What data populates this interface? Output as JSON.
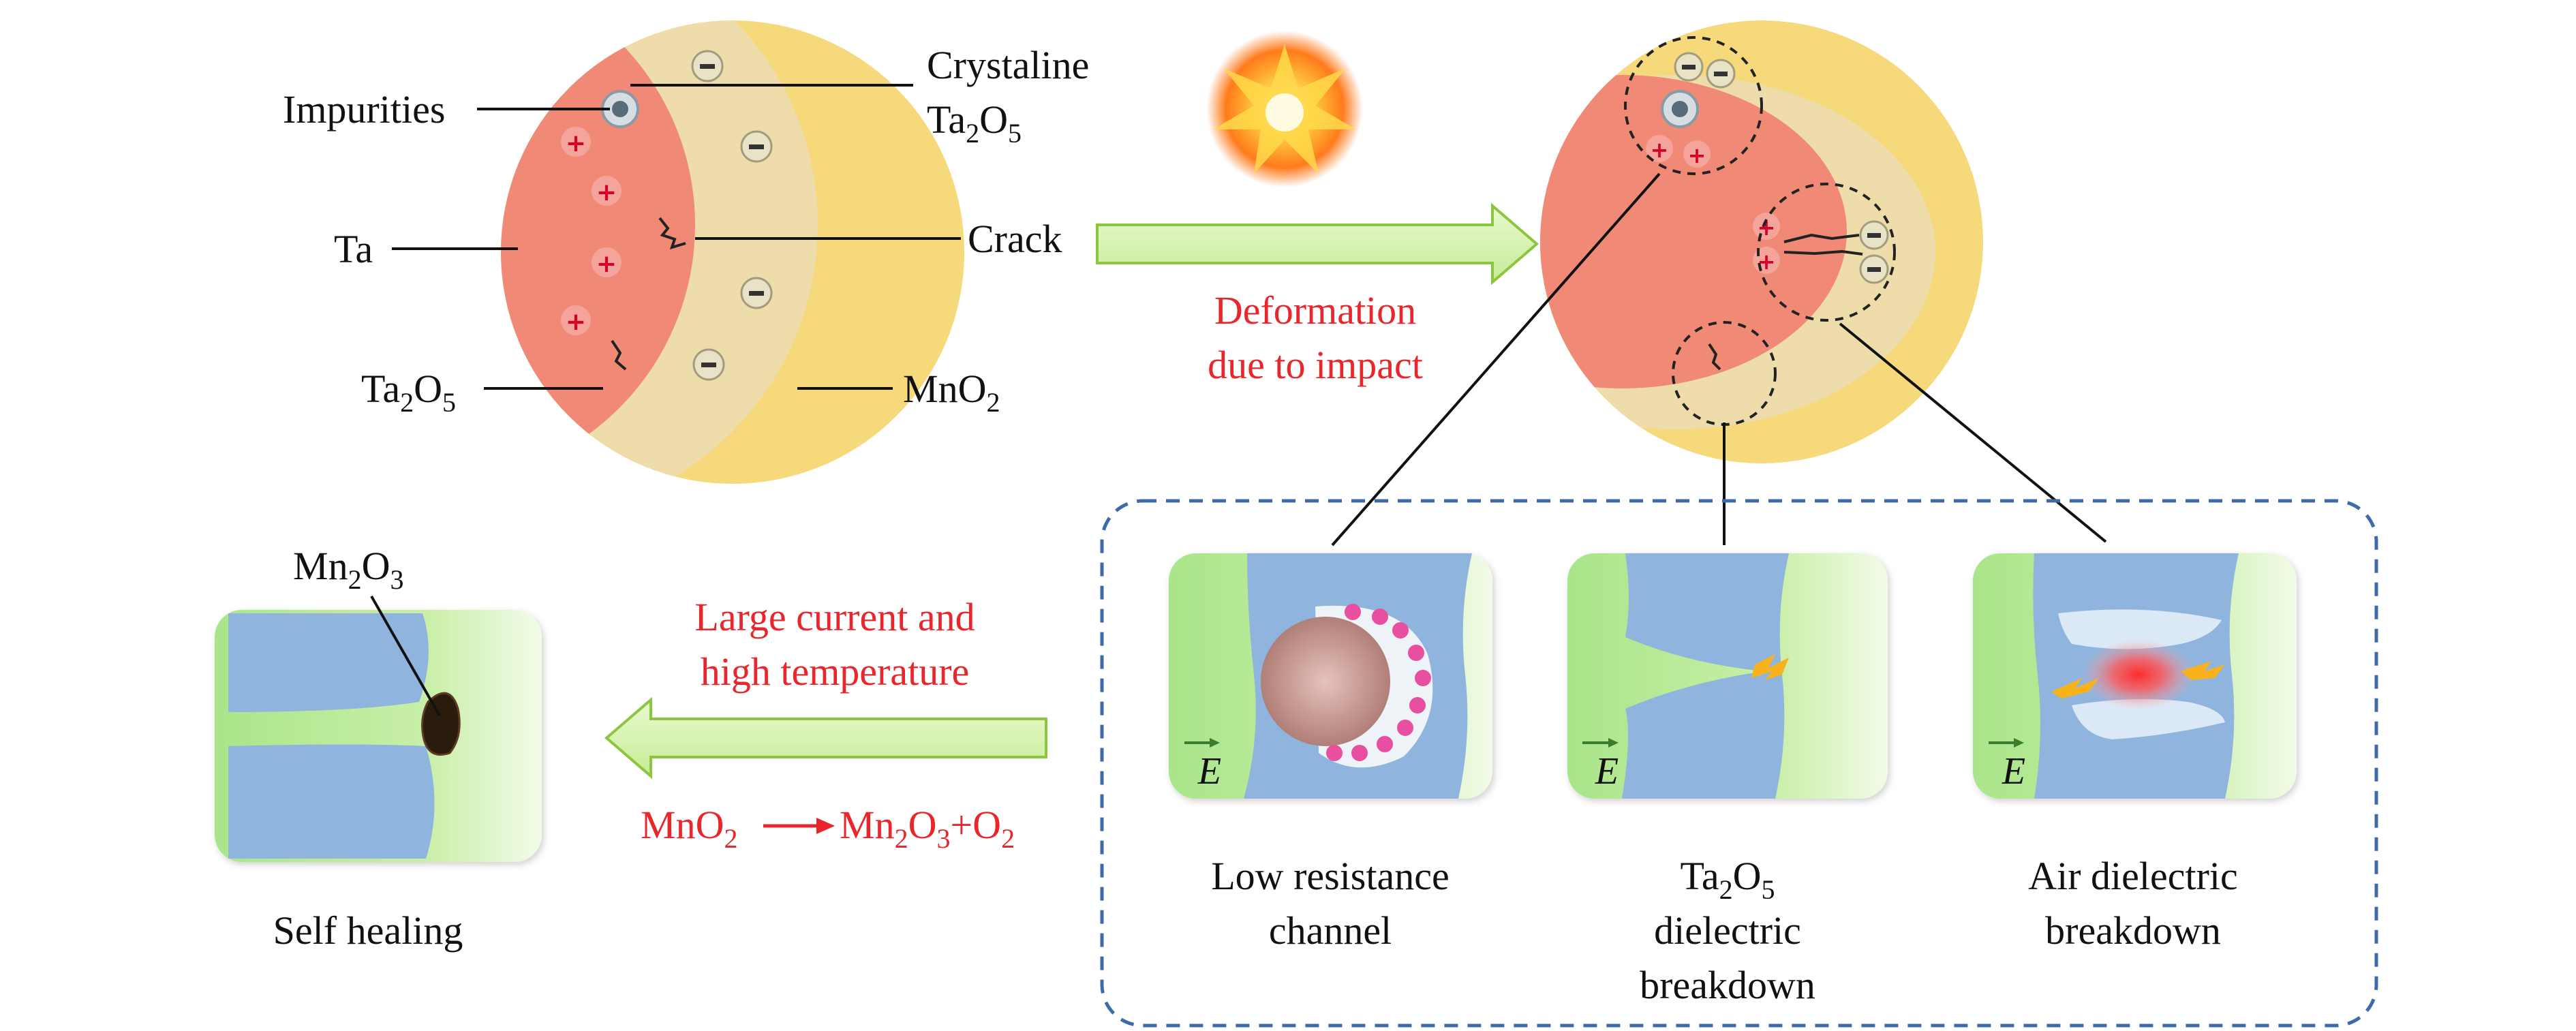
{
  "left_particle": {
    "impurities": "Impurities",
    "crystaline_line1": "Crystaline",
    "crystaline_ta": "Ta",
    "crystaline_sub1": "2",
    "crystaline_o": "O",
    "crystaline_sub2": "5",
    "crack": "Crack",
    "ta": "Ta",
    "ta2o5_ta": "Ta",
    "ta2o5_sub1": "2",
    "ta2o5_o": "O",
    "ta2o5_sub2": "5",
    "mno2_main": "MnO",
    "mno2_sub": "2"
  },
  "arrow_right": {
    "line1": "Deformation",
    "line2": "due to impact"
  },
  "panels": {
    "low_resistance_line1": "Low resistance",
    "low_resistance_line2": "channel",
    "ta2o5_ta": "Ta",
    "ta2o5_sub1": "2",
    "ta2o5_o": "O",
    "ta2o5_sub2": "5",
    "ta2o5_line2": "dielectric",
    "ta2o5_line3": "breakdown",
    "air_line1": "Air dielectric",
    "air_line2": "breakdown",
    "field_symbol": "E"
  },
  "arrow_left": {
    "line1": "Large current and",
    "line2": "high temperature",
    "eq_left": "MnO",
    "eq_left_sub": "2",
    "eq_mn": "Mn",
    "eq_mn_sub1": "2",
    "eq_o": "O",
    "eq_mn_sub2": "3",
    "eq_plus": "+O",
    "eq_plus_sub": "2"
  },
  "self_healing": {
    "mn2o3_mn": "Mn",
    "mn2o3_sub1": "2",
    "mn2o3_o": "O",
    "mn2o3_sub2": "3",
    "caption": "Self healing"
  },
  "colors": {
    "mno2": "#f5d97a",
    "ta2o5": "#eedcaa",
    "ta": "#f08a76",
    "green": "#b8ea8f",
    "blue": "#8fb4dd",
    "label_red": "#e8262b",
    "dashed_box": "#3d6ba8"
  }
}
